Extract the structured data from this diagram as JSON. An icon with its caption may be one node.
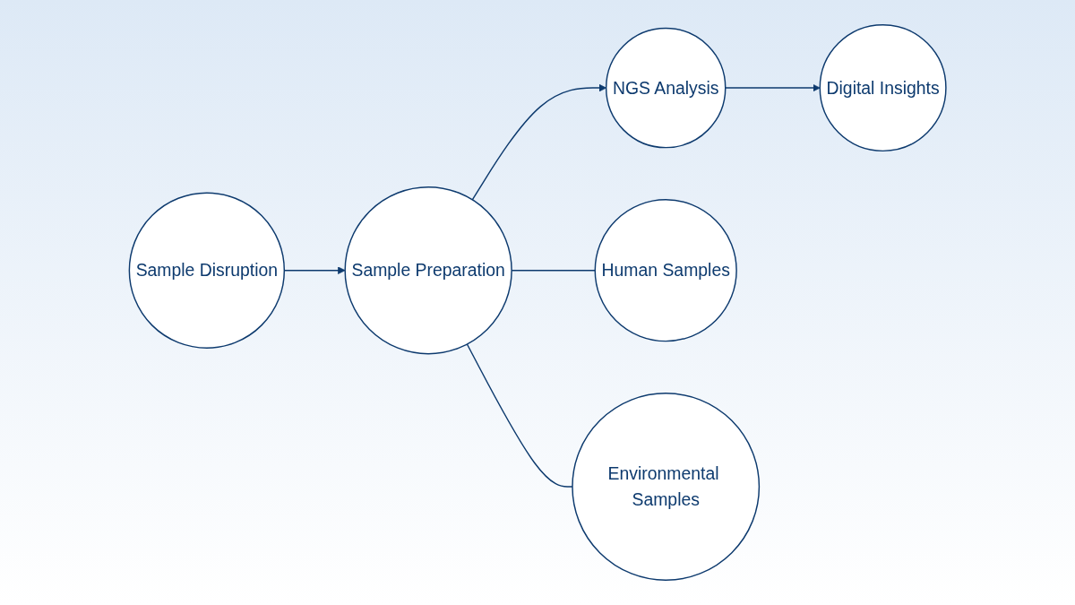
{
  "diagram": {
    "nodes": [
      {
        "text": [
          "Sample Disruption"
        ]
      },
      {
        "text": [
          "Sample Preparation"
        ]
      },
      {
        "text": [
          "NGS Analysis"
        ]
      },
      {
        "text": [
          "Digital Insights"
        ]
      },
      {
        "text": [
          "Human Samples"
        ]
      },
      {
        "text": [
          "Environmental Samples"
        ]
      }
    ],
    "edges": [
      {
        "from": 0,
        "to": 1,
        "arrow": "to"
      },
      {
        "from": 1,
        "to": 2,
        "arrow": "to"
      },
      {
        "from": 2,
        "to": 3,
        "arrow": "to"
      },
      {
        "from": 1,
        "to": 4,
        "arrow": "none"
      },
      {
        "from": 1,
        "to": 5,
        "arrow": "none"
      }
    ]
  }
}
